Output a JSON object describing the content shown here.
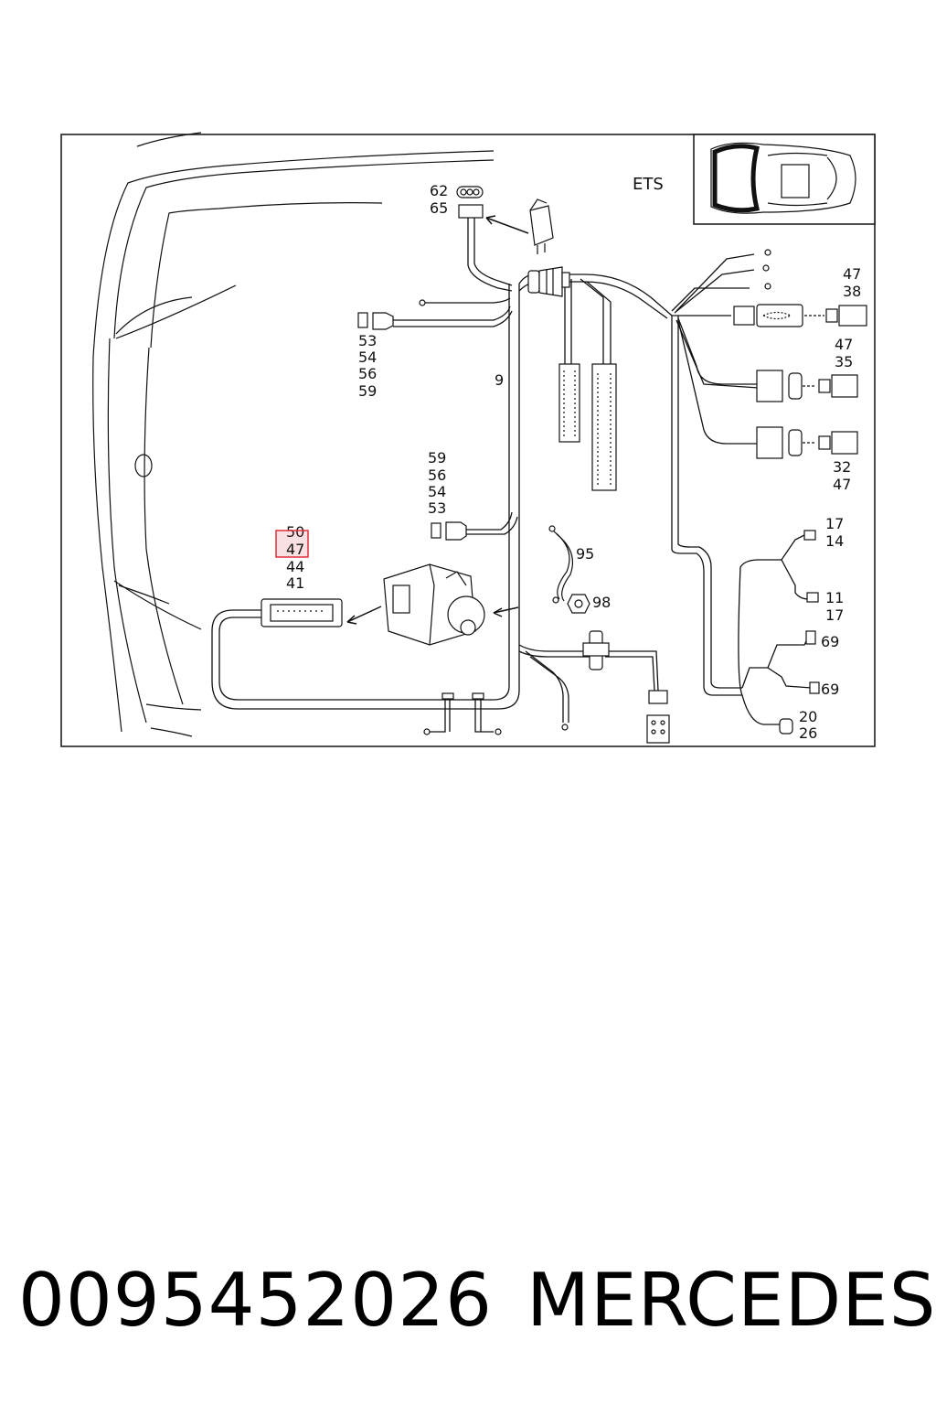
{
  "diagram": {
    "inset_label": "ETS",
    "callouts": {
      "c62": "62",
      "c65": "65",
      "c53a": "53",
      "c54a": "54",
      "c56a": "56",
      "c59a": "59",
      "c9": "9",
      "c59b": "59",
      "c56b": "56",
      "c54b": "54",
      "c53b": "53",
      "c50": "50",
      "c47a": "47",
      "c44": "44",
      "c41": "41",
      "c95": "95",
      "c98": "98",
      "c47b": "47",
      "c38": "38",
      "c47c": "47",
      "c35": "35",
      "c32": "32",
      "c47d": "47",
      "c17a": "17",
      "c14": "14",
      "c11": "11",
      "c17b": "17",
      "c69a": "69",
      "c69b": "69",
      "c20": "20",
      "c26": "26"
    },
    "highlighted_callout": "47",
    "highlight_color": "#e0303a"
  },
  "footer": {
    "part_number": "0095452026",
    "brand": "MERCEDES"
  }
}
